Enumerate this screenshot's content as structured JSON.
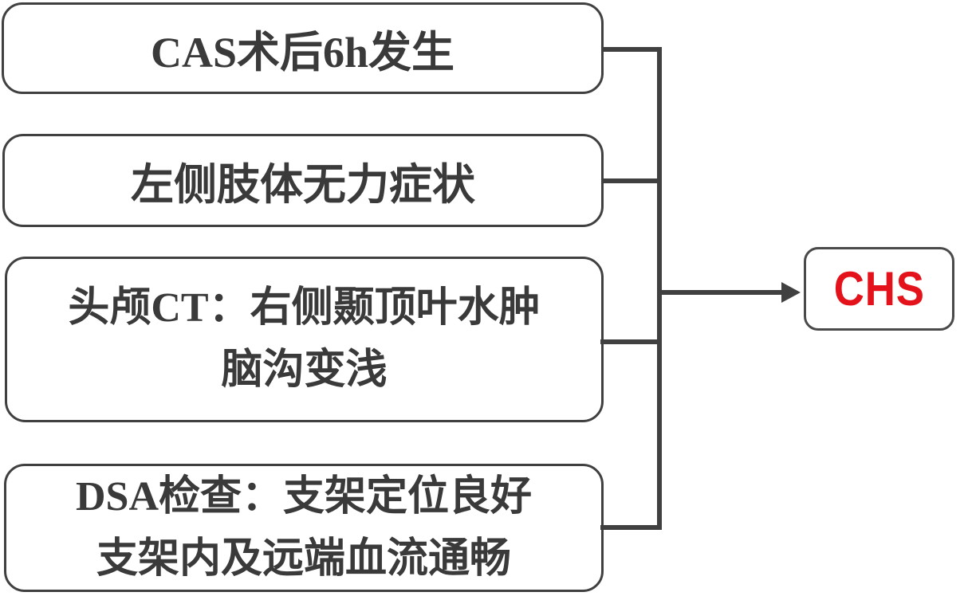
{
  "diagram": {
    "nodes": [
      {
        "id": "cas-timing",
        "label_lines": [
          "CAS术后6h发生"
        ]
      },
      {
        "id": "limb-symptom",
        "label_lines": [
          "左侧肢体无力症状"
        ]
      },
      {
        "id": "ct-findings",
        "label_lines": [
          "头颅CT：右侧颞顶叶水肿",
          "脑沟变浅"
        ]
      },
      {
        "id": "dsa-findings",
        "label_lines": [
          "DSA检查：支架定位良好",
          "支架内及远端血流通畅"
        ]
      }
    ],
    "result_label": "CHS",
    "colors": {
      "result_text": "#e3121b",
      "line": "#404040",
      "node_border": "#404040",
      "node_text": "#3a3a3a",
      "background": "#ffffff"
    }
  }
}
